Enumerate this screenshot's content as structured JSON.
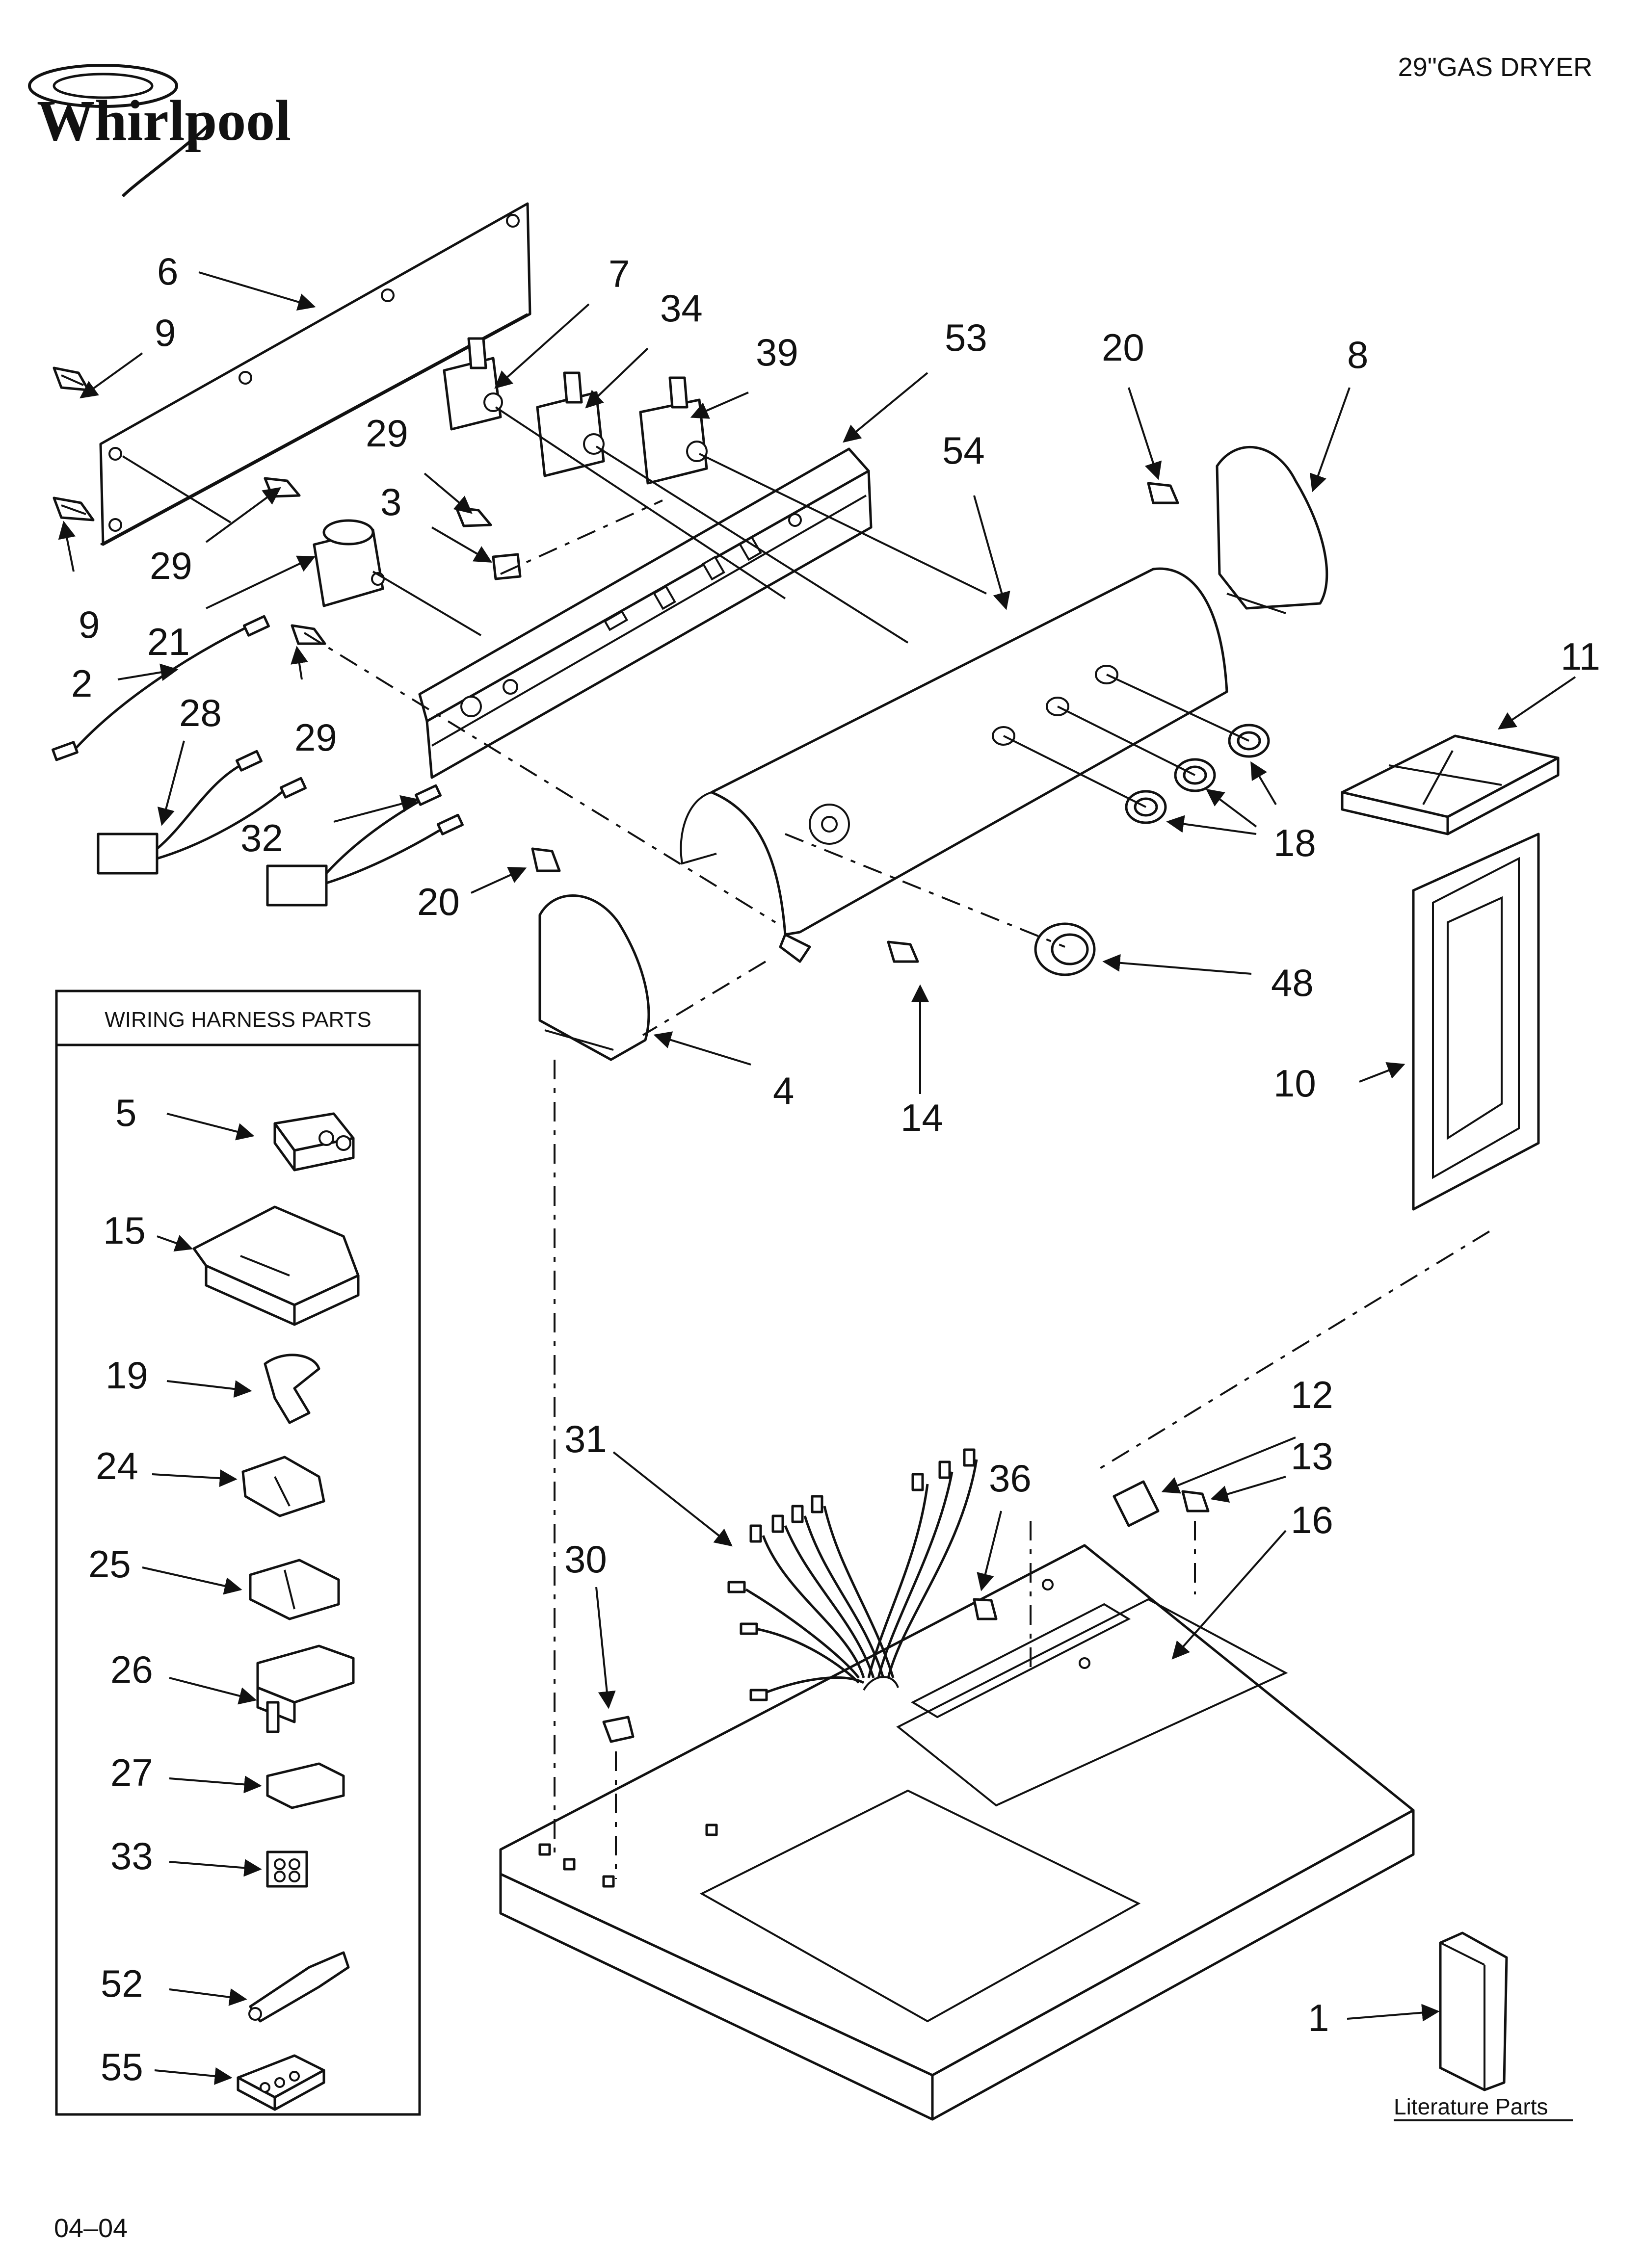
{
  "brand": {
    "logo_text": "Whirlpool"
  },
  "header": {
    "model_title": "29\"GAS DRYER"
  },
  "footer": {
    "date_code": "04–04"
  },
  "inset": {
    "title": "WIRING HARNESS PARTS",
    "callouts": [
      "5",
      "15",
      "19",
      "24",
      "25",
      "26",
      "27",
      "33",
      "52",
      "55"
    ]
  },
  "literature": {
    "label": "Literature Parts",
    "callout": "1"
  },
  "callouts": {
    "c6": "6",
    "c9a": "9",
    "c9b": "9",
    "c29a": "29",
    "c29b": "29",
    "c29c": "29",
    "c7": "7",
    "c34": "34",
    "c39": "39",
    "c53": "53",
    "c54": "54",
    "c20a": "20",
    "c20b": "20",
    "c8": "8",
    "c3": "3",
    "c21": "21",
    "c2": "2",
    "c28": "28",
    "c32": "32",
    "c11": "11",
    "c18": "18",
    "c48": "48",
    "c10": "10",
    "c4": "4",
    "c14": "14",
    "c12": "12",
    "c13": "13",
    "c16": "16",
    "c31": "31",
    "c36": "36",
    "c30": "30"
  },
  "colors": {
    "ink": "#111111",
    "paper": "#ffffff"
  }
}
